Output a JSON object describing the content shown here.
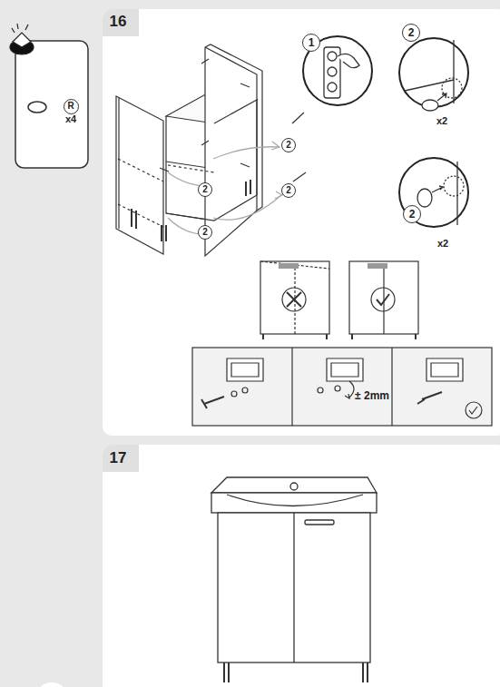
{
  "diagram": {
    "nodes": [
      {
        "text": [
          "R"
        ]
      },
      {
        "text": [
          "2"
        ]
      },
      {
        "text": [
          "2"
        ]
      },
      {
        "text": [
          "2"
        ]
      },
      {
        "text": [
          "2"
        ]
      },
      {
        "text": [
          "1"
        ]
      },
      {
        "text": [
          "2"
        ]
      },
      {
        "text": [
          "2"
        ]
      }
    ],
    "labels": [
      "16",
      "x4",
      "x2",
      "x2",
      "± 2mm",
      "17"
    ]
  }
}
